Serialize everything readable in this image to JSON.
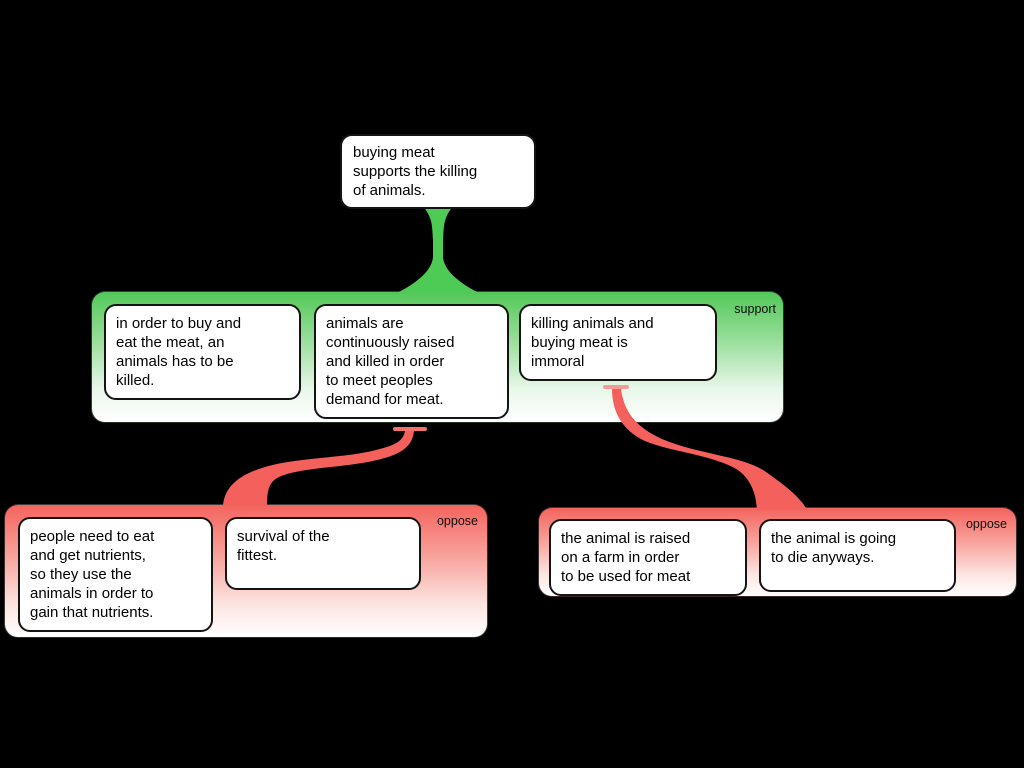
{
  "claim": {
    "text": "buying meat\nsupports the killing\nof animals."
  },
  "groups": {
    "support": {
      "label": "support",
      "boxes": [
        {
          "text": "in order to buy and\neat the meat, an\nanimals has to be\nkilled."
        },
        {
          "text": "animals are\ncontinuously raised\nand killed in order\nto meet peoples\ndemand for meat."
        },
        {
          "text": "killing animals and\nbuying meat is\nimmoral"
        }
      ]
    },
    "oppose_left": {
      "label": "oppose",
      "boxes": [
        {
          "text": "people need to eat\nand get nutrients,\nso they use the\nanimals in order to\ngain that nutrients."
        },
        {
          "text": "survival of the\nfittest."
        }
      ]
    },
    "oppose_right": {
      "label": "oppose",
      "boxes": [
        {
          "text": "the animal is raised\non a farm in order\nto be used for meat"
        },
        {
          "text": "the animal is going\nto die anyways."
        }
      ]
    }
  },
  "colors": {
    "background": "#000000",
    "support_green": "#4ecb54",
    "oppose_red": "#f4605c",
    "node_fill": "#ffffff",
    "node_border": "#141414",
    "text": "#000000"
  }
}
